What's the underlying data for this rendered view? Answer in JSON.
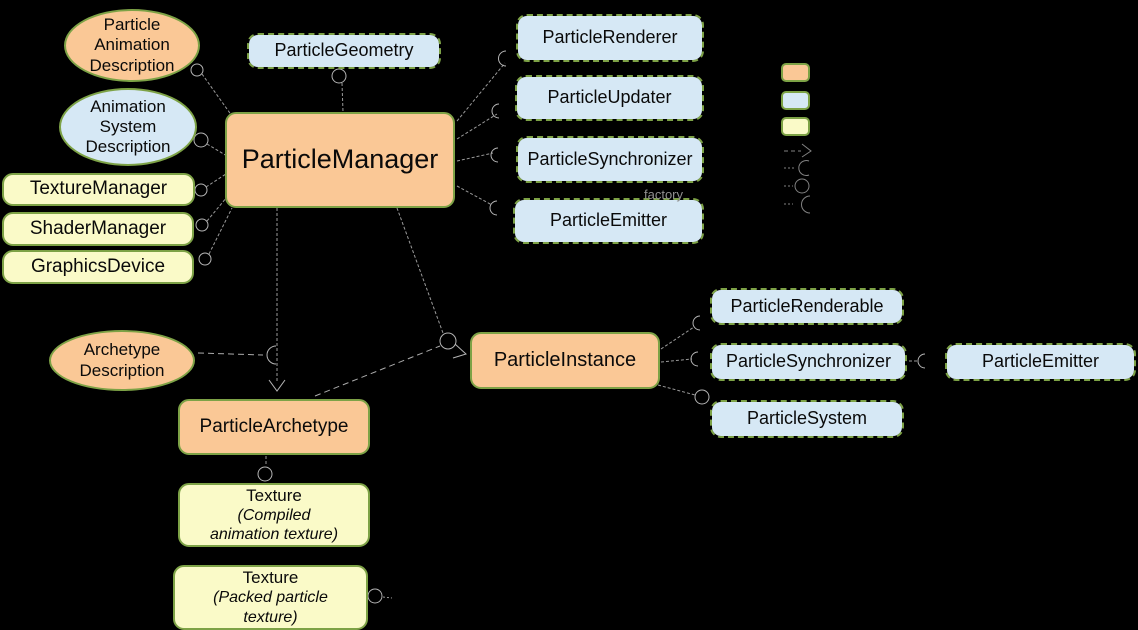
{
  "diagram": {
    "background_color": "#000000",
    "node_border_color": "#7DA246",
    "fill_colors": {
      "orange": "#FAC896",
      "blue": "#D6E8F5",
      "yellow": "#FAFAC8"
    },
    "nodes": {
      "particle_animation_description": {
        "shape": "ellipse",
        "color": "orange",
        "label": "Particle\nAnimation\nDescription"
      },
      "animation_system_description": {
        "shape": "ellipse",
        "color": "blue",
        "label": "Animation\nSystem\nDescription"
      },
      "texture_manager": {
        "shape": "rect",
        "color": "yellow",
        "label": "TextureManager"
      },
      "shader_manager": {
        "shape": "rect",
        "color": "yellow",
        "label": "ShaderManager"
      },
      "graphics_device": {
        "shape": "rect",
        "color": "yellow",
        "label": "GraphicsDevice"
      },
      "particle_geometry": {
        "shape": "rect",
        "color": "blue",
        "label": "ParticleGeometry"
      },
      "particle_manager": {
        "shape": "rect",
        "color": "orange",
        "label": "ParticleManager"
      },
      "particle_renderer": {
        "shape": "rect",
        "color": "blue",
        "label": "ParticleRenderer"
      },
      "particle_updater": {
        "shape": "rect",
        "color": "blue",
        "label": "ParticleUpdater"
      },
      "particle_synchronizer_top": {
        "shape": "rect",
        "color": "blue",
        "label": "ParticleSynchronizer"
      },
      "particle_emitter_top": {
        "shape": "rect",
        "color": "blue",
        "label": "ParticleEmitter"
      },
      "archetype_description": {
        "shape": "ellipse",
        "color": "orange",
        "label": "Archetype\nDescription"
      },
      "particle_instance": {
        "shape": "rect",
        "color": "orange",
        "label": "ParticleInstance"
      },
      "particle_archetype": {
        "shape": "rect",
        "color": "orange",
        "label": "ParticleArchetype"
      },
      "particle_renderable": {
        "shape": "rect",
        "color": "blue",
        "label": "ParticleRenderable"
      },
      "particle_synchronizer_right": {
        "shape": "rect",
        "color": "blue",
        "label": "ParticleSynchronizer"
      },
      "particle_system": {
        "shape": "rect",
        "color": "blue",
        "label": "ParticleSystem"
      },
      "particle_emitter_right": {
        "shape": "rect",
        "color": "blue",
        "label": "ParticleEmitter"
      },
      "texture_compiled": {
        "shape": "rect",
        "color": "yellow",
        "title": "Texture",
        "subtitle": "(Compiled\nanimation texture)"
      },
      "texture_packed": {
        "shape": "rect",
        "color": "yellow",
        "title": "Texture",
        "subtitle": "(Packed particle\ntexture)"
      }
    },
    "connector_labels": {
      "factory": "factory"
    },
    "legend": {
      "swatches": [
        {
          "name": "orange-swatch",
          "color": "#FAC896"
        },
        {
          "name": "blue-swatch",
          "color": "#D6E8F5"
        },
        {
          "name": "yellow-swatch",
          "color": "#FAFAC8"
        }
      ],
      "symbols": [
        "dashed-arrow",
        "socket",
        "circle",
        "socket-large"
      ]
    }
  }
}
